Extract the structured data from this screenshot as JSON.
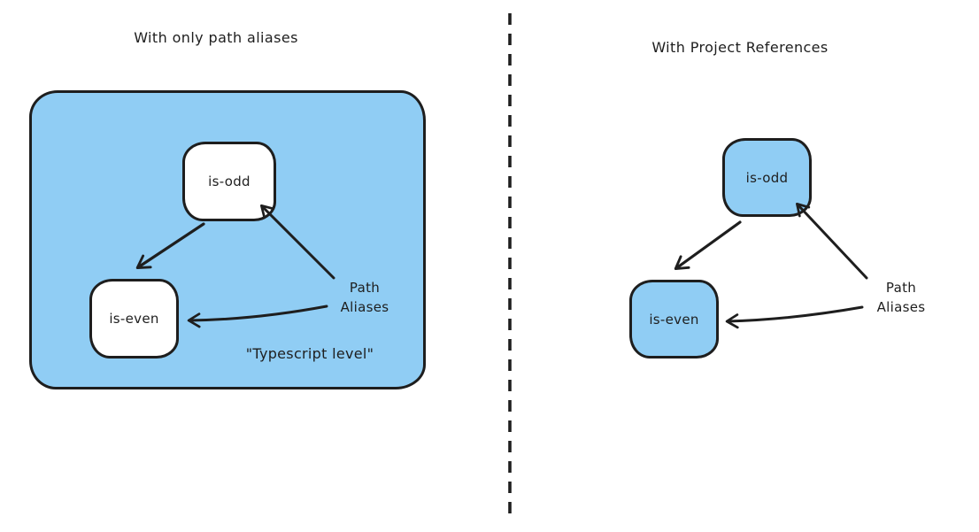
{
  "left_panel": {
    "title": "With only path aliases",
    "container_label": "\"Typescript level\"",
    "nodes": {
      "is_odd": "is-odd",
      "is_even": "is-even"
    },
    "annotation_lines": [
      "Path",
      "Aliases"
    ]
  },
  "right_panel": {
    "title": "With Project References",
    "nodes": {
      "is_odd": "is-odd",
      "is_even": "is-even"
    },
    "annotation_lines": [
      "Path",
      "Aliases"
    ]
  },
  "colors": {
    "blue_fill": "#90cdf4",
    "node_white_fill": "#ffffff",
    "stroke": "#1e1e1e",
    "background": "#ffffff"
  }
}
